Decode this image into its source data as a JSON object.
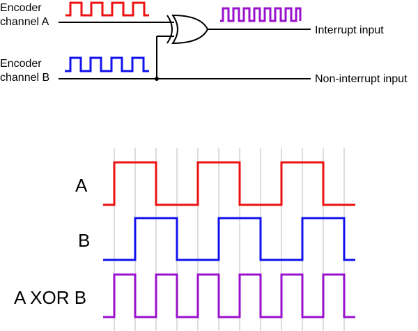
{
  "labels": {
    "encoder_a_line1": "Encoder",
    "encoder_a_line2": "channel A",
    "encoder_b_line1": "Encoder",
    "encoder_b_line2": "channel B",
    "interrupt": "Interrupt input",
    "non_interrupt": "Non-interrupt input"
  },
  "timing": {
    "signals": [
      {
        "label": "A",
        "color": "#ee1111"
      },
      {
        "label": "B",
        "color": "#1111ee"
      },
      {
        "label": "A XOR B",
        "color": "#9911cc"
      }
    ]
  },
  "colors": {
    "wire": "#000000",
    "gridline": "#bbbbbb"
  }
}
